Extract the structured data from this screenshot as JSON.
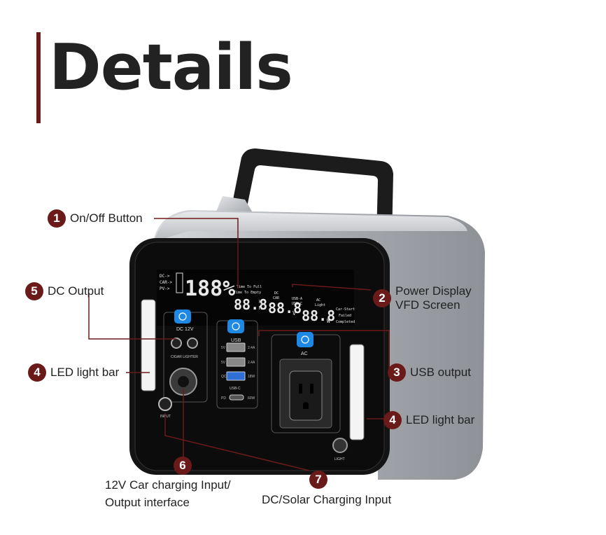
{
  "header": {
    "title": "Details"
  },
  "callouts": {
    "c1": {
      "num": "1",
      "label": "On/Off Button"
    },
    "c2": {
      "num": "2",
      "label_line1": "Power Display",
      "label_line2": "VFD Screen"
    },
    "c3": {
      "num": "3",
      "label": "USB output"
    },
    "c4a": {
      "num": "4",
      "label": "LED light bar"
    },
    "c4b": {
      "num": "4",
      "label": "LED light bar"
    },
    "c5": {
      "num": "5",
      "label": "DC Output"
    },
    "c6": {
      "num": "6",
      "label_line1": "12V Car charging Input/",
      "label_line2": "Output interface"
    },
    "c7": {
      "num": "7",
      "label": "DC/Solar Charging Input"
    }
  },
  "device": {
    "display": {
      "inputs": [
        "DC->",
        "CAR->",
        "PV->"
      ],
      "percent": "188%",
      "time_label1": "Time To Full",
      "time_label2": "Time To Empty",
      "time_value": "88.8",
      "unit_h": "H",
      "unit_m": "M",
      "dc_label": "DC",
      "car_label": "CAR",
      "volt_value": "88.8",
      "unit_v": "V",
      "usba_label": "USB-A",
      "usbc_label": "USB-C",
      "watt_value": "88.8",
      "unit_w": "W",
      "ac_label": "AC",
      "light_label": "Light",
      "status1": "Car-Start",
      "status2": "Failed",
      "status3": "Completed"
    },
    "dc_panel": {
      "label": "DC 12V",
      "cigar": "CIGAR LIGHTER",
      "input": "INPUT"
    },
    "usb_panel": {
      "title": "USB",
      "rows": [
        {
          "left": "5V",
          "right": "2.4A"
        },
        {
          "left": "5V",
          "right": "2.4A"
        },
        {
          "left": "QC",
          "right": "18W"
        }
      ],
      "usbc_title": "USB-C",
      "pd_left": "PD",
      "pd_right": "60W"
    },
    "ac_panel": {
      "label": "AC"
    },
    "light_button": "LIGHT",
    "colors": {
      "accent": "#6b1a1a",
      "button_blue": "#1e88e5",
      "body_silver": "#b9bcc0",
      "panel_black": "#111111"
    }
  }
}
